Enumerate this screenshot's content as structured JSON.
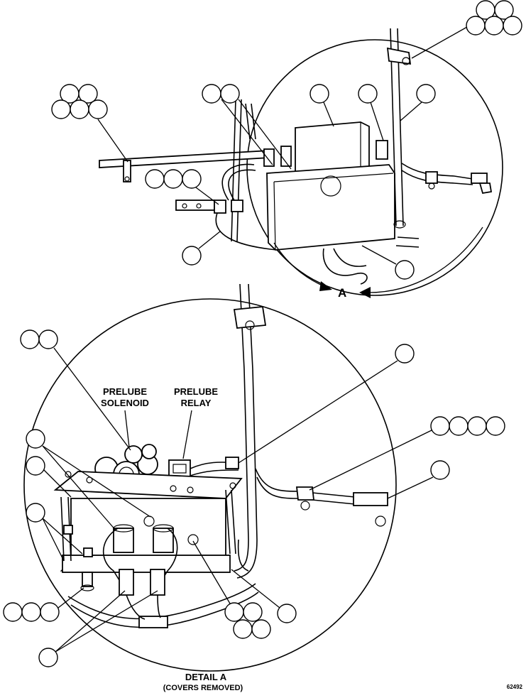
{
  "labels": {
    "prelube_solenoid_line1": "PRELUBE",
    "prelube_solenoid_line2": "SOLENOID",
    "prelube_relay_line1": "PRELUBE",
    "prelube_relay_line2": "RELAY",
    "view_marker": "A",
    "detail_title": "DETAIL A",
    "detail_subtitle": "(COVERS REMOVED)",
    "figure_number": "62492"
  }
}
